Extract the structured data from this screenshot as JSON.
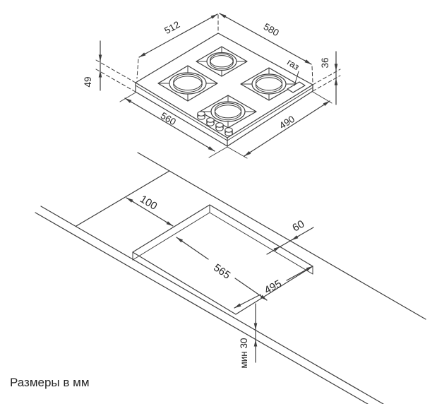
{
  "diagram": {
    "units_note": "Размеры в мм",
    "colors": {
      "line": "#3d3d3d",
      "text": "#262626",
      "background": "#ffffff"
    },
    "hob": {
      "gas_label": "газ",
      "dims": {
        "top_left_edge": "512",
        "top_right_edge": "580",
        "bottom_left_edge": "560",
        "bottom_right_edge": "490",
        "left_height": "49",
        "right_height": "36"
      }
    },
    "worktop_cutout": {
      "dims": {
        "end_clearance": "100",
        "cutout_length": "565",
        "cutout_depth": "495",
        "back_clearance": "60",
        "min_thickness": "мин 30"
      }
    }
  }
}
